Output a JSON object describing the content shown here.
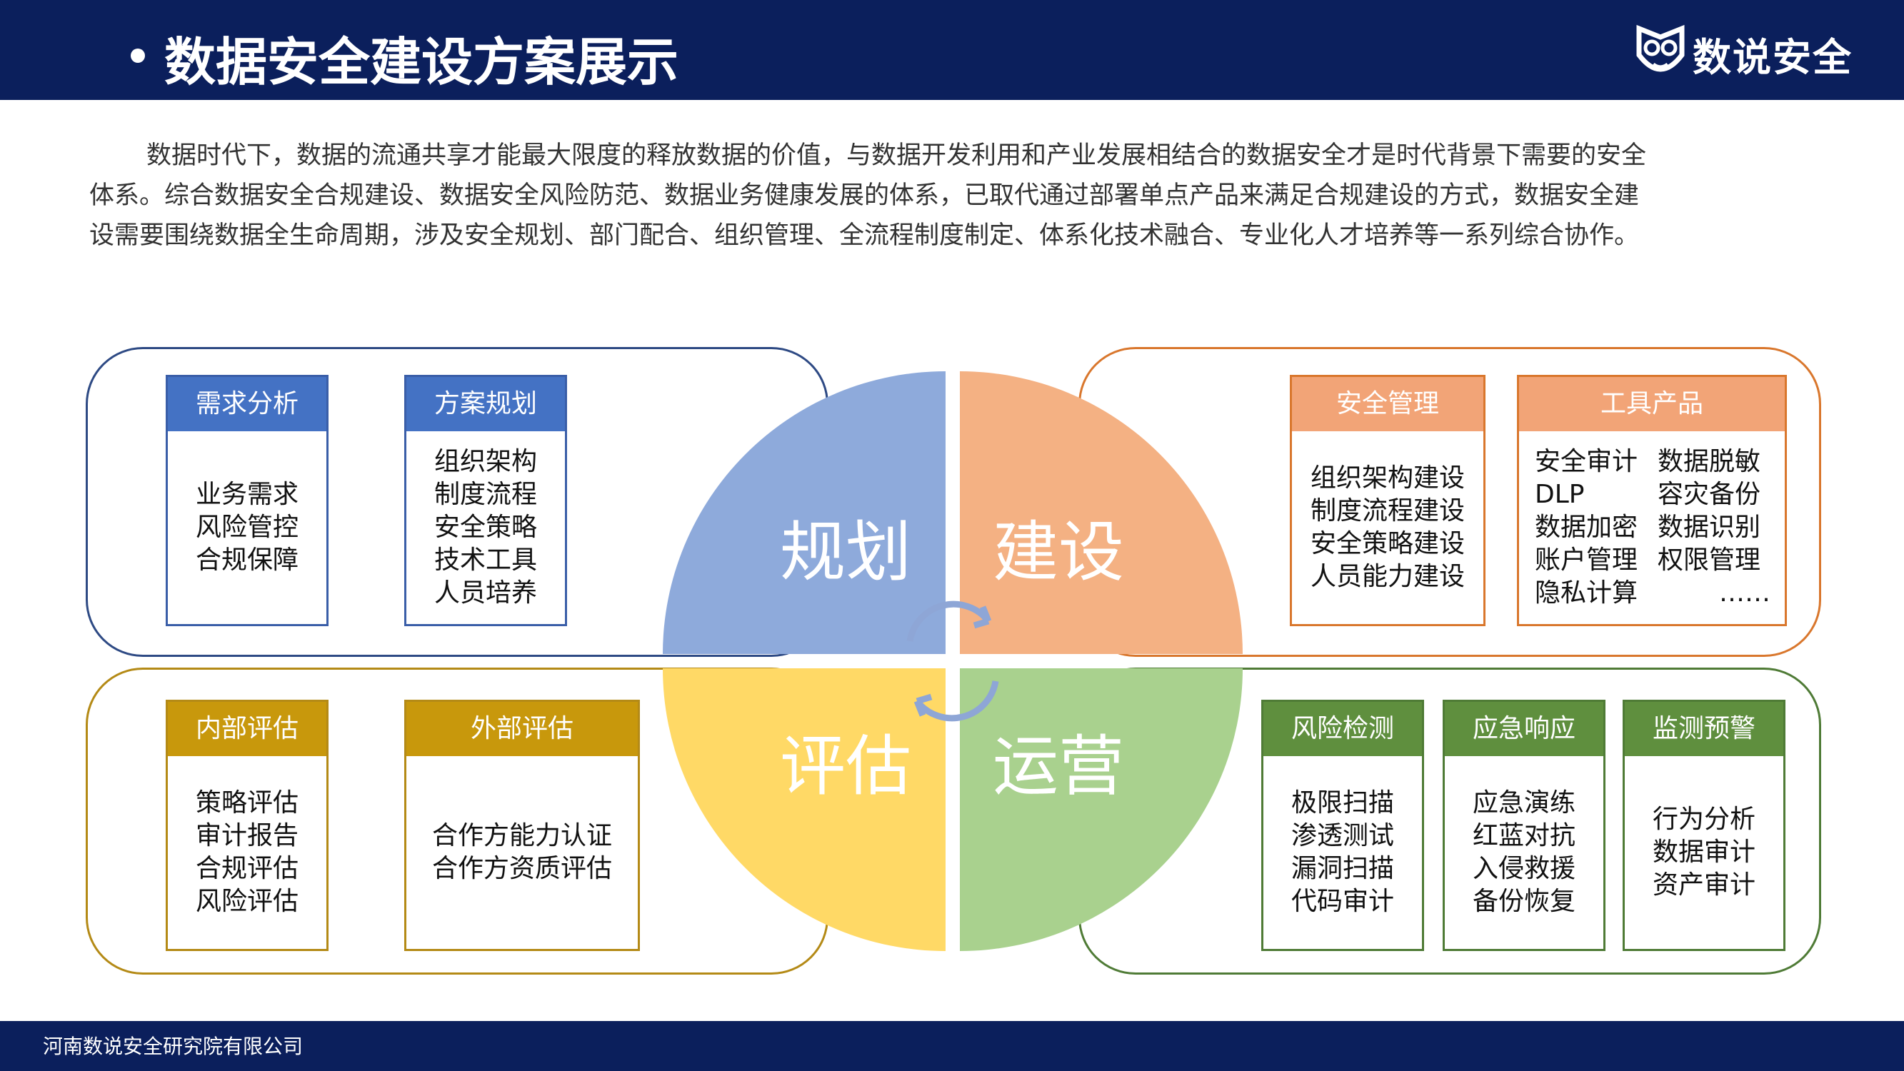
{
  "header": {
    "title": "数据安全建设方案展示",
    "logo_text": "数说安全",
    "logo_icon": "owl-shield-icon"
  },
  "intro": {
    "line1": "数据时代下，数据的流通共享才能最大限度的释放数据的价值，与数据开发利用和产业发展相结合的数据安全才是时代背景下需要的安全",
    "line2": "体系。综合数据安全合规建设、数据安全风险防范、数据业务健康发展的体系，已取代通过部署单点产品来满足合规建设的方式，数据安全建",
    "line3": "设需要围绕数据全生命周期，涉及安全规划、部门配合、组织管理、全流程制度制定、体系化技术融合、专业化人才培养等一系列综合协作。"
  },
  "wheel": {
    "plan": "规划",
    "build": "建设",
    "eval": "评估",
    "ops": "运营",
    "colors": {
      "plan": "#8eaadb",
      "build": "#f4b183",
      "eval": "#ffd966",
      "ops": "#a9d18e"
    }
  },
  "plan_panel": {
    "req": {
      "title": "需求分析",
      "items": [
        "业务需求",
        "风险管控",
        "合规保障"
      ]
    },
    "scheme": {
      "title": "方案规划",
      "items": [
        "组织架构",
        "制度流程",
        "安全策略",
        "技术工具",
        "人员培养"
      ]
    }
  },
  "build_panel": {
    "mgmt": {
      "title": "安全管理",
      "items": [
        "组织架构建设",
        "制度流程建设",
        "安全策略建设",
        "人员能力建设"
      ]
    },
    "tools": {
      "title": "工具产品",
      "left": [
        "安全审计",
        "DLP",
        "数据加密",
        "账户管理",
        "隐私计算"
      ],
      "right": [
        "数据脱敏",
        "容灾备份",
        "数据识别",
        "权限管理",
        "……"
      ]
    }
  },
  "eval_panel": {
    "internal": {
      "title": "内部评估",
      "items": [
        "策略评估",
        "审计报告",
        "合规评估",
        "风险评估"
      ]
    },
    "external": {
      "title": "外部评估",
      "items": [
        "合作方能力认证",
        "合作方资质评估"
      ]
    }
  },
  "ops_panel": {
    "risk": {
      "title": "风险检测",
      "items": [
        "极限扫描",
        "渗透测试",
        "漏洞扫描",
        "代码审计"
      ]
    },
    "resp": {
      "title": "应急响应",
      "items": [
        "应急演练",
        "红蓝对抗",
        "入侵救援",
        "备份恢复"
      ]
    },
    "mon": {
      "title": "监测预警",
      "items": [
        "行为分析",
        "数据审计",
        "资产审计"
      ]
    }
  },
  "footer": {
    "text": "河南数说安全研究院有限公司"
  }
}
